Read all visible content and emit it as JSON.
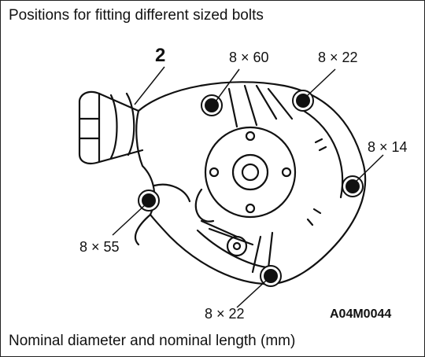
{
  "title": "Positions for fitting different sized bolts",
  "footer": "Nominal diameter and nominal length (mm)",
  "figure_code": "A04M0044",
  "part_number": "2",
  "bolt_labels": {
    "top_left": "8 × 60",
    "top_right": "8 × 22",
    "right": "8 × 14",
    "left": "8 × 55",
    "bottom": "8 × 22"
  }
}
